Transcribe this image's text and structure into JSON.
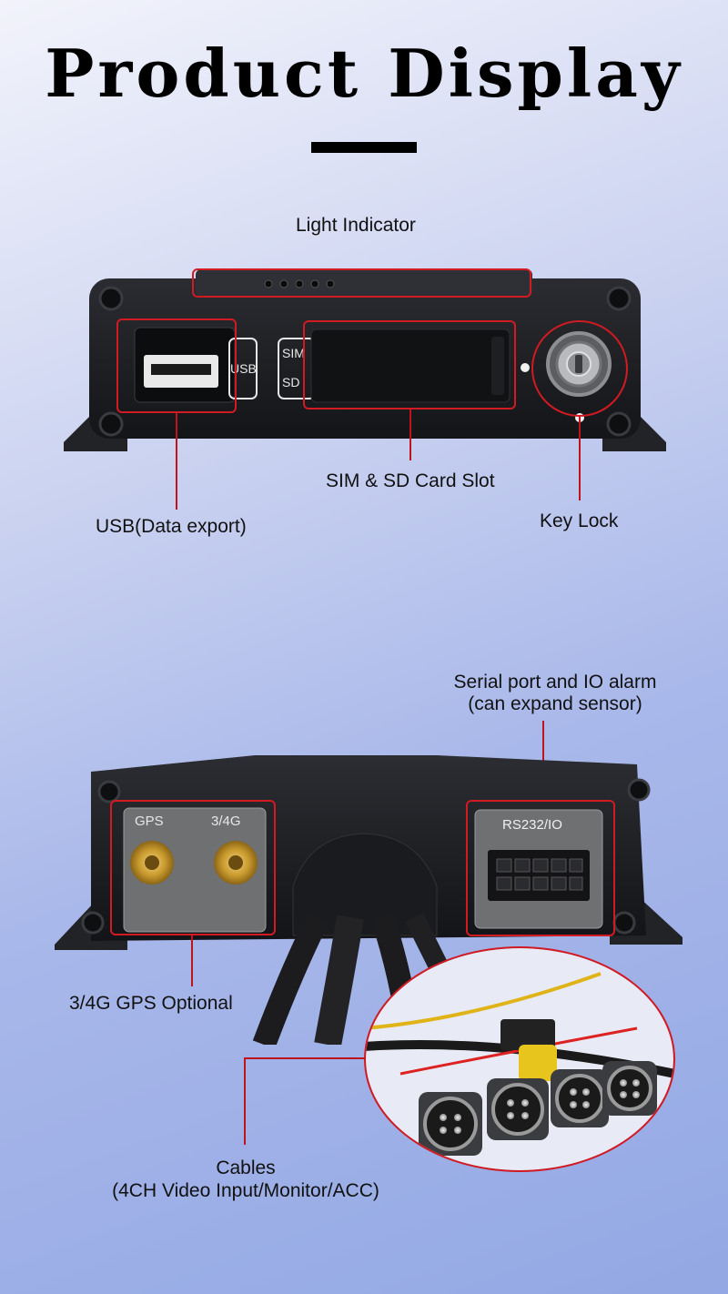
{
  "page": {
    "title": "Product Display"
  },
  "front_view": {
    "labels": {
      "light_indicator": "Light Indicator",
      "sim_sd_slot": "SIM & SD Card Slot",
      "usb": "USB(Data export)",
      "key_lock": "Key Lock"
    },
    "panel_text": {
      "usb": "USB",
      "sim": "SIM",
      "sd": "SD"
    }
  },
  "rear_view": {
    "labels": {
      "serial_line1": "Serial port and IO alarm",
      "serial_line2": "(can expand sensor)",
      "gps": "3/4G GPS Optional",
      "cables_line1": "Cables",
      "cables_line2": "(4CH Video Input/Monitor/ACC)"
    },
    "panel_text": {
      "gps": "GPS",
      "g34": "3/4G",
      "rs232": "RS232/IO"
    }
  },
  "colors": {
    "annotation_red": "#d11a22",
    "device_black": "#1c1d21",
    "connector_gold": "#c99a2e"
  }
}
